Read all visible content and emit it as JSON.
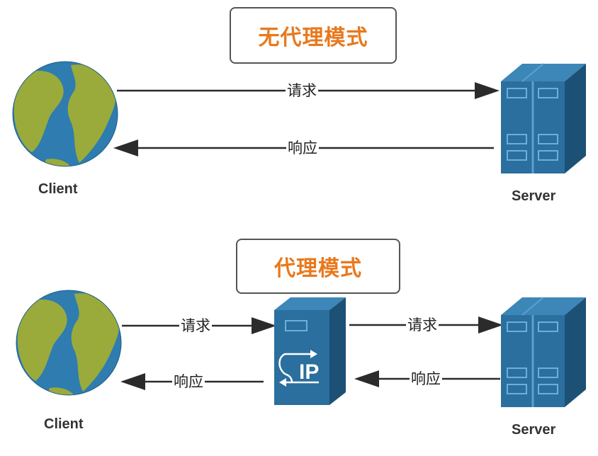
{
  "sections": {
    "no_proxy": {
      "title": "无代理模式",
      "request_label": "请求",
      "response_label": "响应",
      "client_label": "Client",
      "server_label": "Server"
    },
    "proxy": {
      "title": "代理模式",
      "client_request_label": "请求",
      "client_response_label": "响应",
      "proxy_request_label": "请求",
      "proxy_response_label": "响应",
      "proxy_text": "IP",
      "client_label": "Client",
      "server_label": "Server"
    }
  },
  "colors": {
    "title_text": "#e8791e",
    "ocean": "#2e7cb0",
    "land": "#9aab3c",
    "server_front": "#2a6f9e",
    "server_side": "#1d5075",
    "server_top": "#3d86b8",
    "arrow": "#2b2b2b"
  },
  "icons": [
    "globe-icon",
    "server-icon",
    "proxy-server-icon"
  ]
}
